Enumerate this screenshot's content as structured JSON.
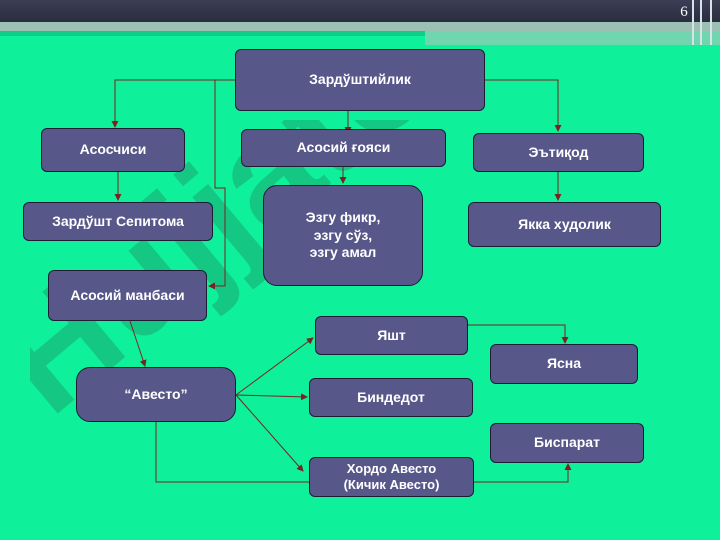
{
  "slide": {
    "page_number": "6",
    "watermark": "HujjatUz"
  },
  "nodes": {
    "root": "Зардўштийлик",
    "founder": "Асосчиси",
    "main_idea": "Асосий ғояси",
    "belief": "Эътиқод",
    "founder_name": "Зардўшт Сепитома",
    "good": "Эзгу фикр,\nэзгу сўз,\nэзгу амал",
    "one_god": "Якка худолик",
    "source": "Асосий манбаси",
    "avesto": "“Авесто”",
    "yasht": "Яшт",
    "yasna": "Ясна",
    "bindedot": "Биндедот",
    "visparat": "Биспарат",
    "khordo": "Хордо Авесто\n(Кичик Авесто)"
  }
}
